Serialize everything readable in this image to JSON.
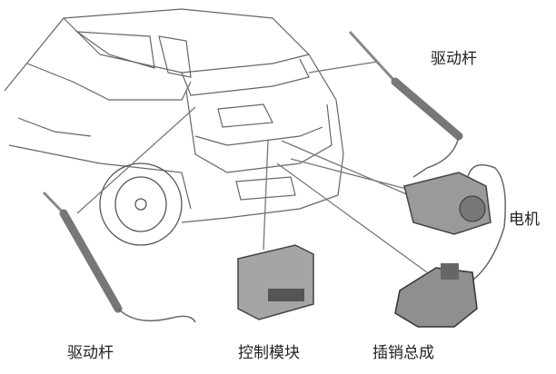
{
  "labels": {
    "strut_top": "驱动杆",
    "motor": "电机",
    "strut_bottom": "驱动杆",
    "control_module": "控制模块",
    "latch_assembly": "插销总成"
  },
  "colors": {
    "line": "#555555",
    "part": "#9a9a9a",
    "dark": "#4a4a4a"
  }
}
